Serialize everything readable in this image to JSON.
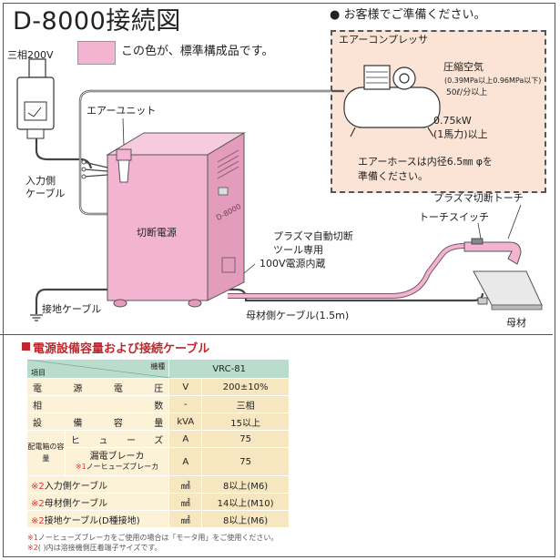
{
  "title": "D-8000接続図",
  "customer_note": "● お客様でご準備ください。",
  "power_label": "三相200V",
  "legend_text": "この色が、標準構成品です。",
  "labels": {
    "air_unit": "エアーユニット",
    "input_cable_1": "入力側",
    "input_cable_2": "ケーブル",
    "power_unit": "切断電源",
    "model_badge": "D-8000",
    "ground_cable": "接地ケーブル",
    "auto_tool_1": "プラズマ自動切断",
    "auto_tool_2": "ツール専用",
    "auto_tool_3": "100V電源内蔵",
    "base_cable": "母材側ケーブル(1.5m)",
    "base_metal": "母材",
    "torch_switch": "トーチスイッチ",
    "plasma_torch": "プラズマ切断トーチ"
  },
  "compressor": {
    "title": "エアーコンプレッサ",
    "air_label": "圧縮空気",
    "pressure": "(0.39MPa以上0.96MPa以下)",
    "flow": "50ℓ/分以上",
    "power": "0.75kW",
    "horsepower": "(1馬力)以上",
    "hose_1": "エアーホースは内径6.5㎜ φを",
    "hose_2": "準備ください。"
  },
  "table": {
    "title": "電源設備容量および接続ケーブル",
    "header_item": "項目",
    "header_model": "機種",
    "model": "VRC-81",
    "rows": [
      {
        "label": "電源電圧",
        "mark": "",
        "unit": "V",
        "value": "200±10%"
      },
      {
        "label": "相数",
        "mark": "",
        "unit": "-",
        "value": "三相"
      },
      {
        "label": "設備容量",
        "mark": "",
        "unit": "kVA",
        "value": "15以上"
      },
      {
        "label": "入力側ケーブル",
        "mark": "※2",
        "unit": "㎟",
        "value": "8以上(M6)"
      },
      {
        "label": "母材側ケーブル",
        "mark": "※2",
        "unit": "㎟",
        "value": "14以上(M10)"
      },
      {
        "label": "接地ケーブル(D種接地)",
        "mark": "※2",
        "unit": "㎟",
        "value": "8以上(M6)"
      }
    ],
    "breaker_group": "配電箱の容量",
    "fuse_label": "ヒューズ",
    "fuse_unit": "A",
    "fuse_value": "75",
    "leak_label": "漏電ブレーカ",
    "leak_note": "ノーヒューズブレーカ",
    "leak_mark": "※1",
    "leak_unit": "A",
    "leak_value": "75"
  },
  "notes": [
    {
      "mark": "※1",
      "text": "ノーヒューズブレーカをご使用の場合は「モータ用」をご使用ください。"
    },
    {
      "mark": "※2",
      "text": "( )内は溶接機側圧着端子サイズです。"
    }
  ],
  "colors": {
    "standard_component": "#f2b4d0",
    "customer_box": "#fbe4d6",
    "table_header": "#b9dccd",
    "accent_red": "#c0272d"
  }
}
